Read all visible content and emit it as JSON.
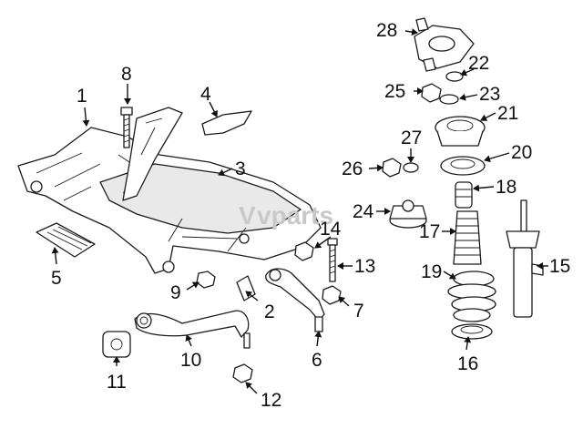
{
  "diagram": {
    "watermark": {
      "prefix": "V",
      "text": "vparts"
    },
    "callouts": [
      "1",
      "2",
      "3",
      "4",
      "5",
      "6",
      "7",
      "8",
      "9",
      "10",
      "11",
      "12",
      "13",
      "14",
      "15",
      "16",
      "17",
      "18",
      "19",
      "20",
      "21",
      "22",
      "23",
      "24",
      "25",
      "26",
      "27",
      "28"
    ]
  }
}
